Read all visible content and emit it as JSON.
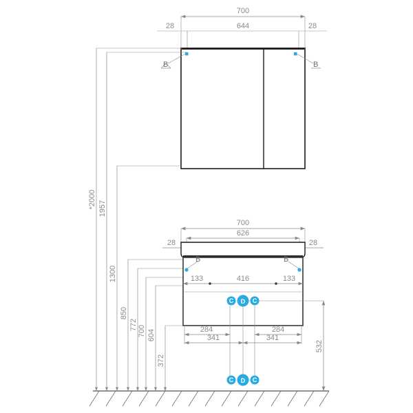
{
  "drawing": {
    "type": "technical-elevation-drawing",
    "colors": {
      "outline": "#1a1a1a",
      "dimension": "#8a8a8a",
      "accent": "#29abe2",
      "background": "#ffffff"
    },
    "units": "mm"
  },
  "top_dimensions": {
    "overall_width": "700",
    "inner_width": "644",
    "left_offset": "28",
    "right_offset": "28"
  },
  "mirror_cabinet": {
    "name": "mirror-cabinet",
    "callouts": [
      {
        "label": "B",
        "side": "left"
      },
      {
        "label": "B",
        "side": "right"
      }
    ]
  },
  "vertical_dimensions": [
    {
      "value": "*2000",
      "name": "dim-2000"
    },
    {
      "value": "1957",
      "name": "dim-1957"
    },
    {
      "value": "1300",
      "name": "dim-1300"
    },
    {
      "value": "850",
      "name": "dim-850"
    },
    {
      "value": "772",
      "name": "dim-772"
    },
    {
      "value": "700",
      "name": "dim-700"
    },
    {
      "value": "604",
      "name": "dim-604"
    },
    {
      "value": "372",
      "name": "dim-372"
    }
  ],
  "vanity_dimensions": {
    "overall_width": "700",
    "inner_width": "626",
    "left_offset": "28",
    "right_offset": "28",
    "left_segment": "133",
    "center_segment": "416",
    "right_segment": "133",
    "left_mount": "284",
    "right_mount": "284",
    "left_mount_outer": "341",
    "right_mount_outer": "341",
    "right_height": "532"
  },
  "vanity_cabinet": {
    "name": "vanity-cabinet",
    "callouts": [
      {
        "label": "B",
        "side": "left"
      },
      {
        "label": "B",
        "side": "right"
      }
    ]
  },
  "service_markers_upper": [
    {
      "label": "C",
      "size": "small"
    },
    {
      "label": "D",
      "size": "large"
    },
    {
      "label": "C",
      "size": "small"
    }
  ],
  "service_markers_floor": [
    {
      "label": "C",
      "size": "small"
    },
    {
      "label": "D",
      "size": "large"
    },
    {
      "label": "C",
      "size": "small"
    }
  ]
}
